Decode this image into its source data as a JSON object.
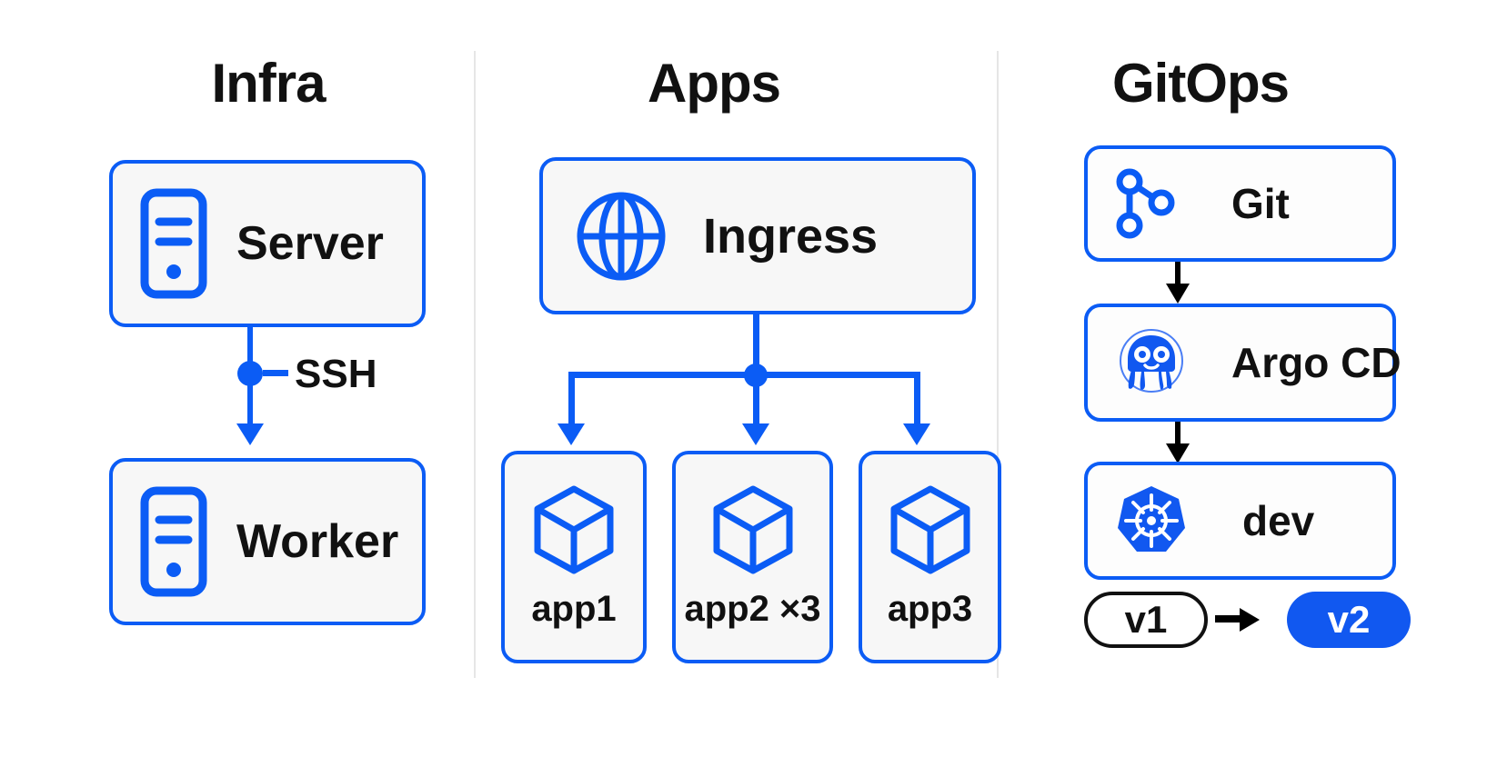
{
  "diagram": {
    "title_font_color": "#111111",
    "accent_blue": "#0b5cf5",
    "node_fill": "#f7f7f7",
    "divider_color": "#e6e6e6",
    "columns": [
      {
        "id": "infra",
        "title": "Infra",
        "nodes": [
          {
            "id": "server",
            "label": "Server",
            "icon": "server-tower-icon"
          },
          {
            "id": "worker",
            "label": "Worker",
            "icon": "server-tower-icon"
          }
        ],
        "edges": [
          {
            "from": "server",
            "to": "worker",
            "label": "SSH",
            "color": "#0b5cf5"
          }
        ]
      },
      {
        "id": "apps",
        "title": "Apps",
        "nodes": [
          {
            "id": "ingress",
            "label": "Ingress",
            "icon": "globe-icon"
          }
        ],
        "apps": [
          {
            "id": "app1",
            "caption": "app1",
            "icon": "cube-icon"
          },
          {
            "id": "app2",
            "caption": "app2 ×3",
            "icon": "cube-icon"
          },
          {
            "id": "app3",
            "caption": "app3",
            "icon": "cube-icon"
          }
        ],
        "edges": [
          {
            "from": "ingress",
            "to": "app1",
            "color": "#0b5cf5"
          },
          {
            "from": "ingress",
            "to": "app2",
            "color": "#0b5cf5"
          },
          {
            "from": "ingress",
            "to": "app3",
            "color": "#0b5cf5"
          }
        ]
      },
      {
        "id": "gitops",
        "title": "GitOps",
        "nodes": [
          {
            "id": "git",
            "label": "Git",
            "icon": "git-branch-icon"
          },
          {
            "id": "argocd",
            "label": "Argo CD",
            "icon": "argo-octopus-icon"
          },
          {
            "id": "dev",
            "label": "dev",
            "icon": "kubernetes-helm-icon"
          }
        ],
        "edges": [
          {
            "from": "git",
            "to": "argocd",
            "color": "#000000"
          },
          {
            "from": "argocd",
            "to": "dev",
            "color": "#000000"
          }
        ],
        "version_flow": {
          "from_label": "v1",
          "to_label": "v2",
          "arrow_icon": "arrow-right-icon",
          "from_style": "outline",
          "to_style": "solid",
          "to_color": "#1158f0"
        }
      }
    ]
  }
}
